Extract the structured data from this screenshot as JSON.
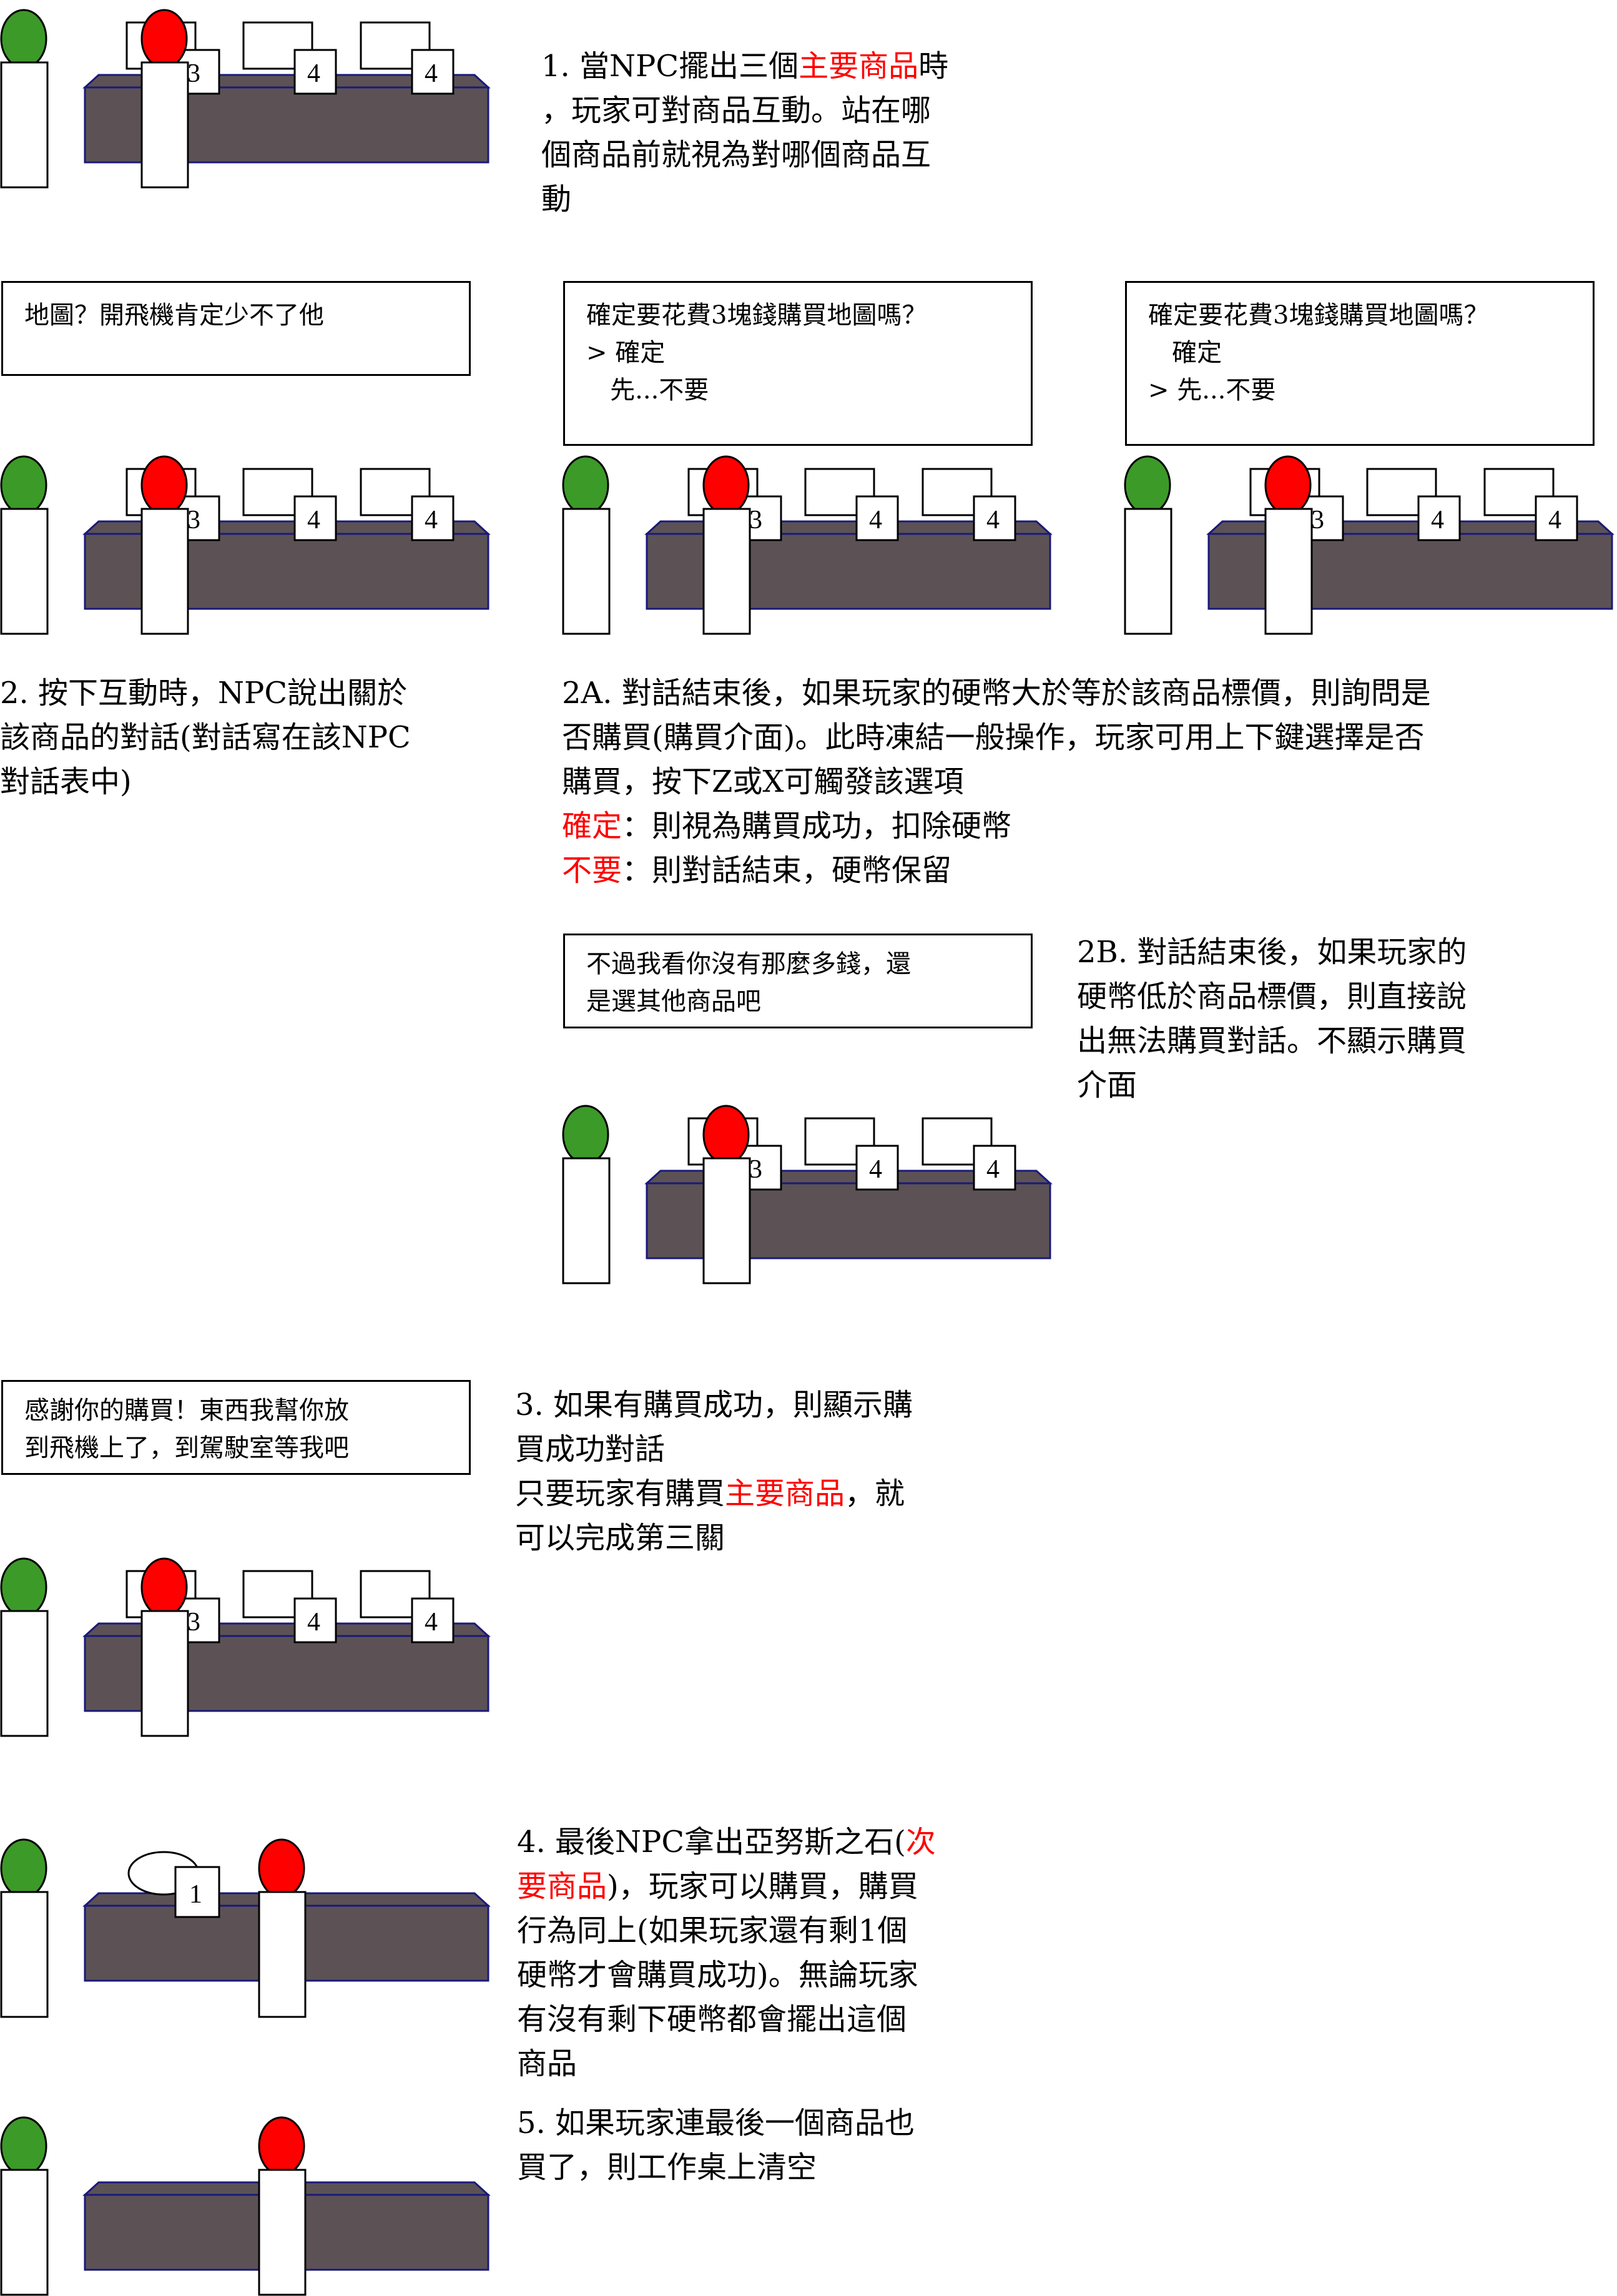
{
  "captions": {
    "step1": {
      "a": "1. 當NPC擺出三個",
      "highlight": "主要商品",
      "b": "時\n，玩家可對商品互動。站在哪\n個商品前就視為對哪個商品互\n動"
    },
    "step2": "2. 按下互動時，NPC說出關於\n該商品的對話(對話寫在該NPC\n對話表中)",
    "step2a": {
      "main": "2A. 對話結束後，如果玩家的硬幣大於等於該商品標價，則詢問是\n否購買(購買介面)。此時凍結一般操作，玩家可用上下鍵選擇是否\n購買，按下Z或X可觸發該選項",
      "confirm_label": "確定",
      "confirm_text": "：則視為購買成功，扣除硬幣",
      "cancel_label": "不要",
      "cancel_text": "：則對話結束，硬幣保留"
    },
    "step2b": "2B. 對話結束後，如果玩家的\n硬幣低於商品標價，則直接說\n出無法購買對話。不顯示購買\n介面",
    "step3": {
      "a": "3. 如果有購買成功，則顯示購\n買成功對話\n只要玩家有購買",
      "highlight": "主要商品",
      "b": "，就\n可以完成第三關"
    },
    "step4": {
      "a": "4. 最後NPC拿出亞努斯之石(",
      "highlight": "次\n要商品",
      "b": ")，玩家可以購買，購買\n行為同上(如果玩家還有剩1個\n硬幣才會購買成功)。無論玩家\n有沒有剩下硬幣都會擺出這個\n商品"
    },
    "step5": "5. 如果玩家連最後一個商品也\n買了，則工作桌上清空"
  },
  "dialogs": {
    "map": "地圖？開飛機肯定少不了他",
    "confirm1": {
      "question": "確定要花費3塊錢購買地圖嗎？",
      "opt1": "> 確定",
      "opt2": "   先...不要"
    },
    "confirm2": {
      "question": "確定要花費3塊錢購買地圖嗎？",
      "opt1": "   確定",
      "opt2": "> 先...不要"
    },
    "no_money": "不過我看你沒有那麼多錢，還\n是選其他商品吧",
    "thanks": "感謝你的購買！東西我幫你放\n到飛機上了，到駕駛室等我吧"
  },
  "prices": {
    "map": "3",
    "item2": "4",
    "item3": "4",
    "stone": "1"
  },
  "colors": {
    "npc": "#3c9a28",
    "player": "#ff0000",
    "table": "#5c5255",
    "table_edge": "#1a1a7a",
    "highlight": "#ff0000"
  }
}
